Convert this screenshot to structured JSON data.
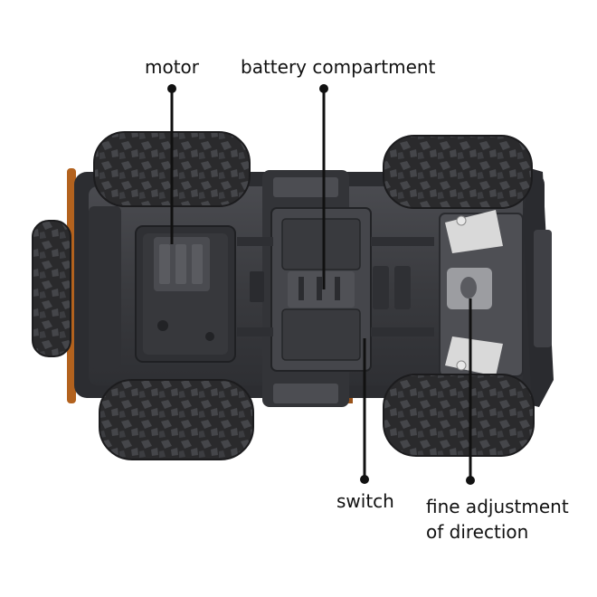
{
  "callouts": {
    "motor": "motor",
    "battery": "battery compartment",
    "switch": "switch",
    "fine_adjustment_line1": "fine adjustment",
    "fine_adjustment_line2": "of direction"
  },
  "colors": {
    "tire": "#2a2a2c",
    "tread": "#45464a",
    "chassis": "#3a3b3f",
    "chassis_dark": "#26272a",
    "plate": "#4a4b50",
    "body_accent": "#b3621e",
    "leader_line": "#111111"
  }
}
